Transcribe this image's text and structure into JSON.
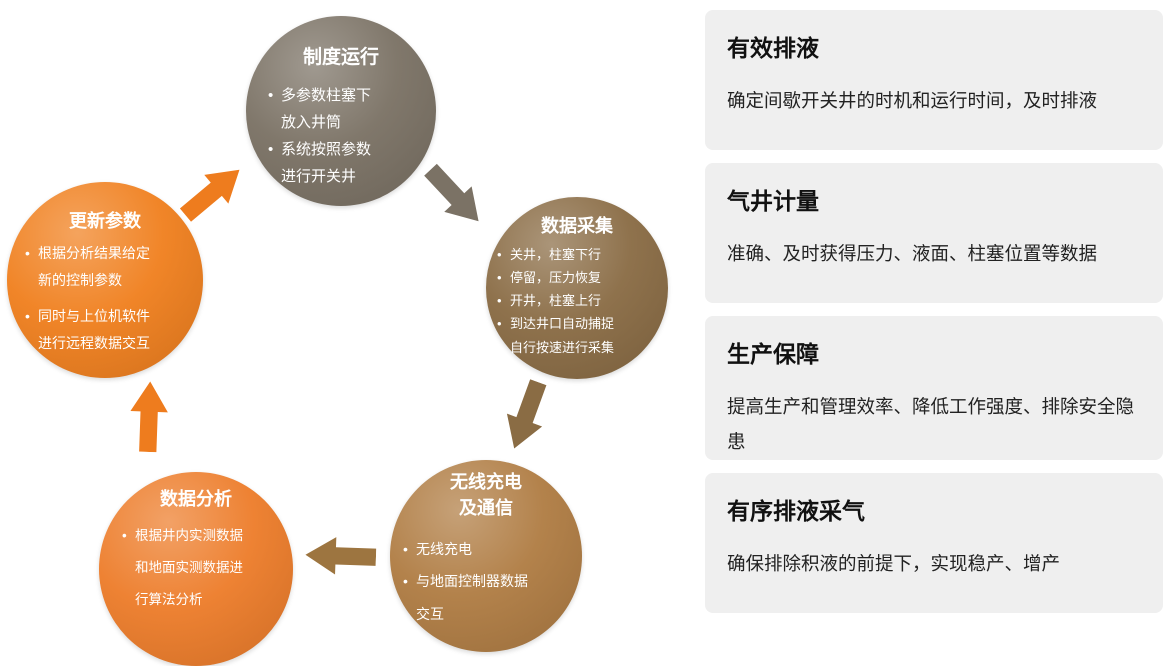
{
  "cycle": {
    "nodes": [
      {
        "name": "system-operation",
        "title": "制度运行",
        "bullets": [
          "多参数柱塞下\n放入井筒",
          "系统按照参数\n进行开关井"
        ],
        "color": "#7b7265"
      },
      {
        "name": "data-collection",
        "title": "数据采集",
        "bullets": [
          "关井，柱塞下行",
          "停留，压力恢复",
          "开井，柱塞上行",
          "到达井口自动捕捉",
          "自行按速进行采集"
        ],
        "color": "#8a6c45"
      },
      {
        "name": "wireless-charging-communication",
        "title": "无线充电\n及通信",
        "bullets": [
          "无线充电",
          "与地面控制器数据\n交互"
        ],
        "color": "#b07d44"
      },
      {
        "name": "data-analysis",
        "title": "数据分析",
        "bullets": [
          "根据井内实测数据\n和地面实测数据进\n行算法分析"
        ],
        "color": "#ed7d2b"
      },
      {
        "name": "update-parameters",
        "title": "更新参数",
        "bullets": [
          "根据分析结果给定\n新的控制参数",
          "同时与上位机软件\n进行远程数据交互"
        ],
        "color": "#f0801f"
      }
    ],
    "arrows": [
      {
        "name": "update-parameters-to-system-operation",
        "color": "#ee7c1e"
      },
      {
        "name": "system-operation-to-data-collection",
        "color": "#7b7265"
      },
      {
        "name": "data-collection-to-wireless-charging",
        "color": "#8a6c44"
      },
      {
        "name": "wireless-charging-to-data-analysis",
        "color": "#9d7540"
      },
      {
        "name": "data-analysis-to-update-parameters",
        "color": "#ee7c1e"
      }
    ]
  },
  "benefits": [
    {
      "title": "有效排液",
      "body": "确定间歇开关井的时机和运行时间，及时排液"
    },
    {
      "title": "气井计量",
      "body": "准确、及时获得压力、液面、柱塞位置等数据"
    },
    {
      "title": "生产保障",
      "body": "提高生产和管理效率、降低工作强度、排除安全隐患"
    },
    {
      "title": "有序排液采气",
      "body": "确保排除积液的前提下，实现稳产、增产"
    }
  ],
  "colors": {
    "card_background": "#efefef",
    "page_background": "#ffffff"
  }
}
